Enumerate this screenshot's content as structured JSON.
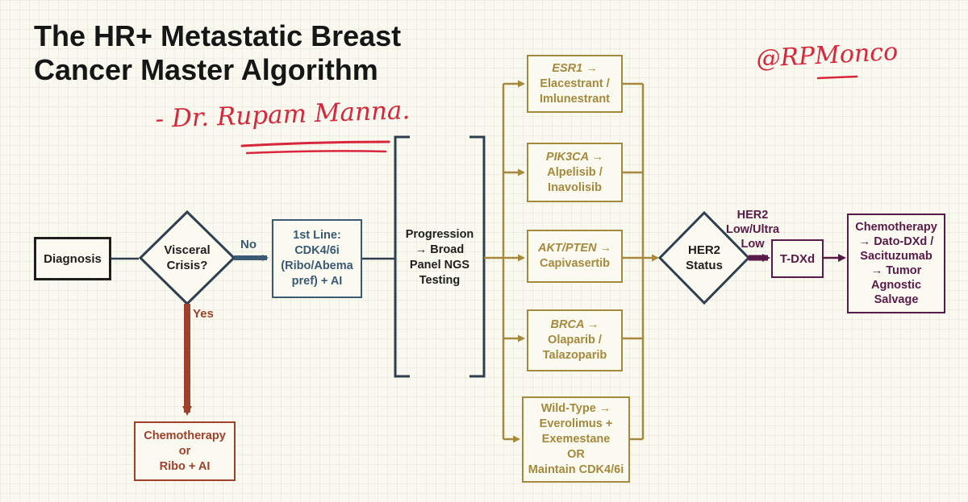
{
  "title_lines": [
    "The HR+ Metastatic Breast",
    "Cancer Master Algorithm"
  ],
  "handwriting": {
    "author": "- Dr. Rupam Manna.",
    "handle": "@RPMonco"
  },
  "colors": {
    "dark": "#1e1e1e",
    "navy": "#2f3f50",
    "steel": "#3a5a73",
    "rust": "#a0402a",
    "gold": "#a5893c",
    "plum": "#5a1a48",
    "ink_red": "#d8263c"
  },
  "nodes": {
    "diagnosis": "Diagnosis",
    "visceral": "Visceral\nCrisis?",
    "first_line": "1st Line:\nCDK4/6i\n(Ribo/Abema\npref) + AI",
    "chemo_ribo": "Chemotherapy\nor\nRibo + AI",
    "progression": "Progression\n→ Broad\nPanel NGS\nTesting",
    "her2_status": "HER2\nStatus",
    "tdxd": "T-DXd",
    "salvage": "Chemotherapy\n→ Dato-DXd /\nSacituzumab\n→ Tumor\nAgnostic\nSalvage"
  },
  "mutations": [
    {
      "gene": "ESR1 →",
      "drug": "Elacestrant /\nImlunestrant"
    },
    {
      "gene": "PIK3CA →",
      "drug": "Alpelisib /\nInavolisib"
    },
    {
      "gene": "AKT/PTEN →",
      "drug": "Capivasertib"
    },
    {
      "gene": "BRCA →",
      "drug": "Olaparib /\nTalazoparib"
    },
    {
      "gene": "",
      "drug": "Wild-Type →\nEverolimus +\nExemestane\nOR\nMaintain CDK4/6i"
    }
  ],
  "edges": {
    "no": "No",
    "yes": "Yes",
    "her2_low": "HER2\nLow/Ultra\nLow"
  }
}
